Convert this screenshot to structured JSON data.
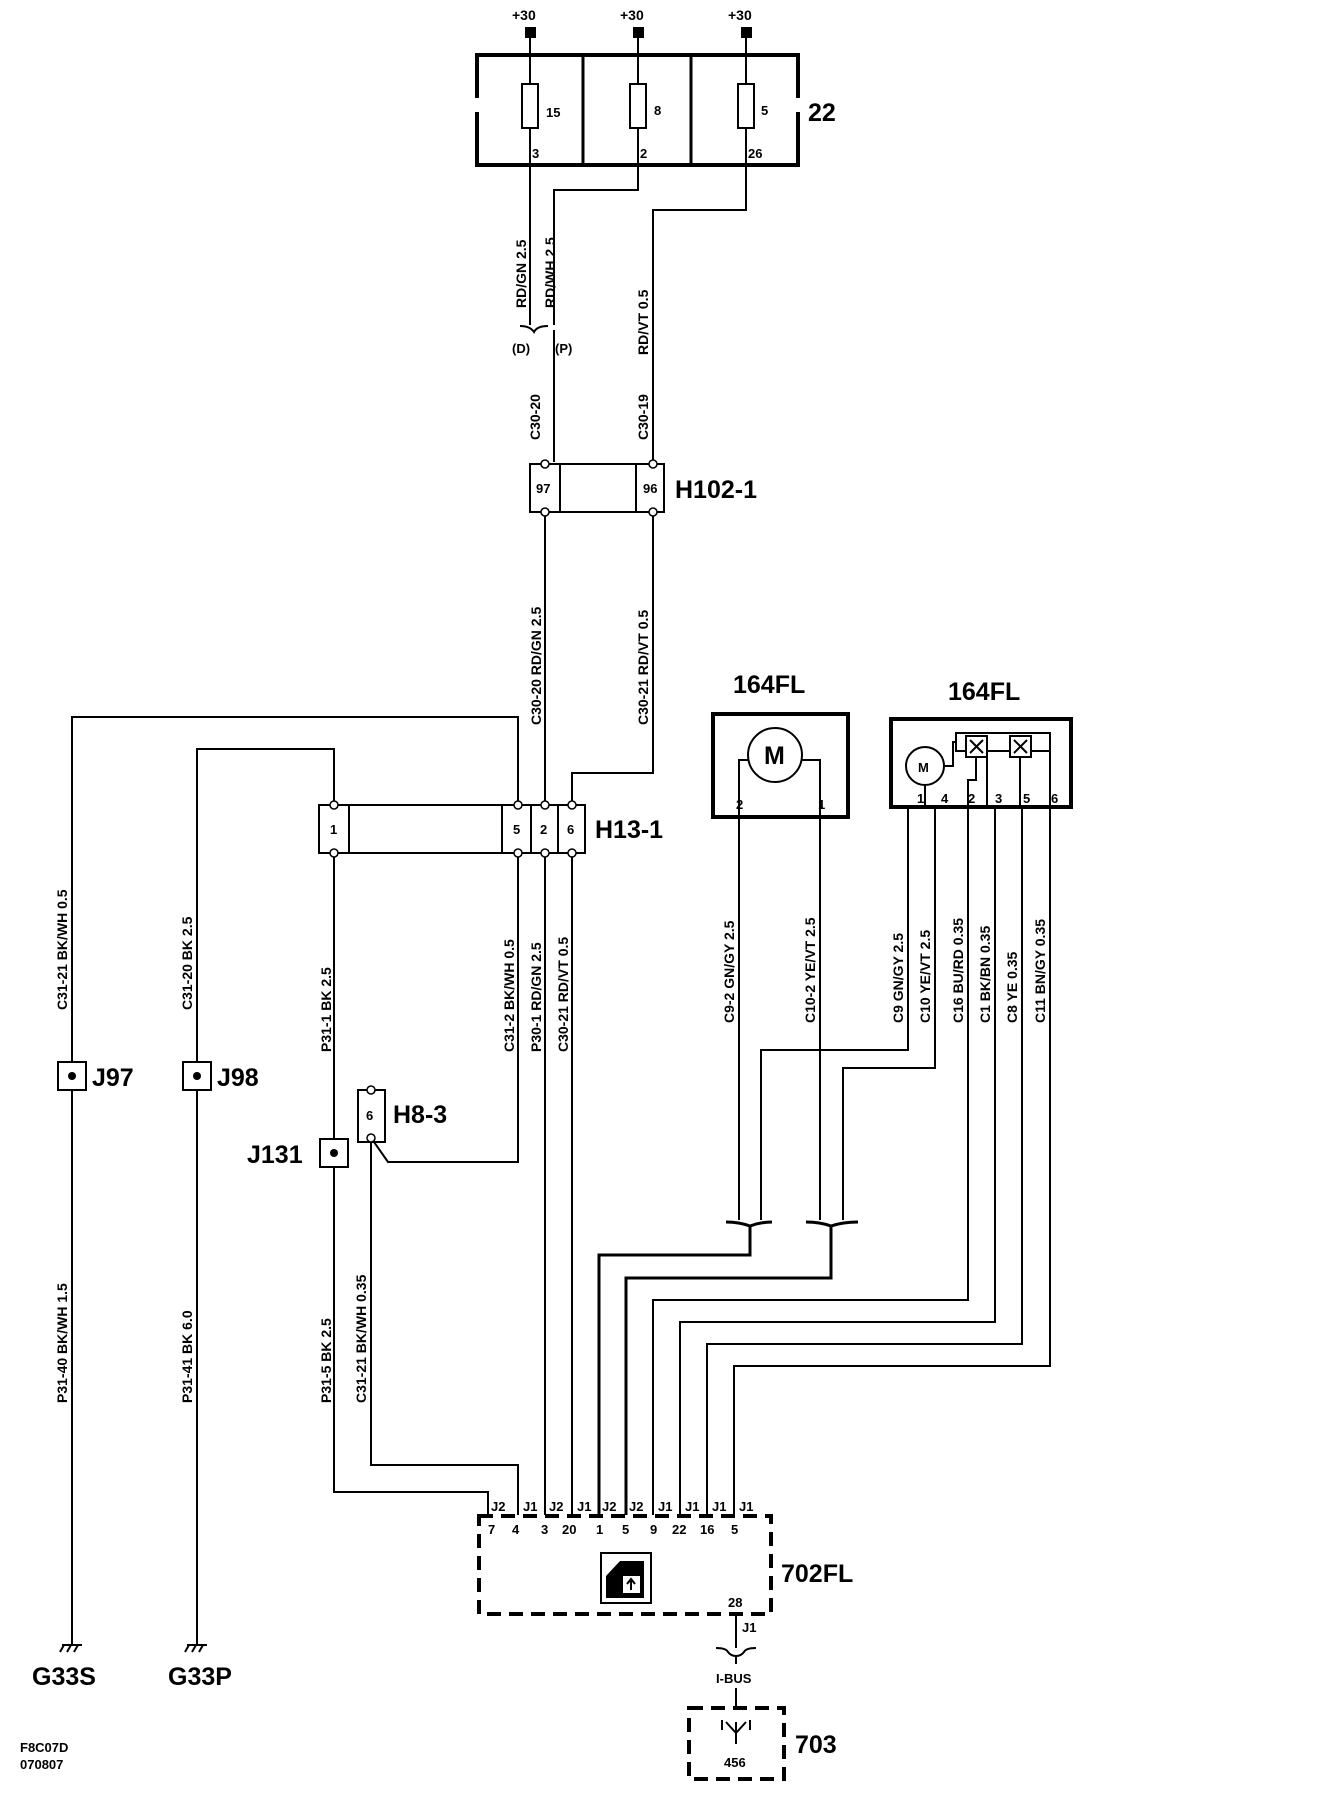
{
  "supply": {
    "label": "+30"
  },
  "fusebox": {
    "id": "22",
    "fuses": [
      "15",
      "8",
      "5"
    ],
    "pins": [
      "3",
      "2",
      "26"
    ]
  },
  "connectors": {
    "h102": {
      "id": "H102-1",
      "pins": [
        "97",
        "96"
      ]
    },
    "h13": {
      "id": "H13-1",
      "pins": [
        "1",
        "5",
        "2",
        "6"
      ]
    },
    "h8": {
      "id": "H8-3",
      "pins": [
        "6"
      ]
    }
  },
  "splices": {
    "j97": "J97",
    "j98": "J98",
    "j131": "J131"
  },
  "motor": {
    "symbol": "M"
  },
  "mirror_motor": {
    "id": "164FL",
    "pins": [
      "2",
      "1"
    ]
  },
  "mirror_unit": {
    "id": "164FL",
    "pins": [
      "1",
      "4",
      "2",
      "3",
      "5",
      "6"
    ]
  },
  "module_702": {
    "id": "702FL",
    "header": [
      "J2",
      "J1",
      "J2",
      "J1",
      "J2",
      "J2",
      "J1",
      "J1",
      "J1",
      "J1"
    ],
    "pins": [
      "7",
      "4",
      "3",
      "20",
      "1",
      "5",
      "9",
      "22",
      "16",
      "5"
    ],
    "bus_pin": "28",
    "bus_conn": "J1"
  },
  "ibus": {
    "label": "I-BUS"
  },
  "module_703": {
    "id": "703",
    "pin": "456"
  },
  "grounds": {
    "g33s": "G33S",
    "g33p": "G33P"
  },
  "variants": {
    "d": "(D)",
    "p": "(P)"
  },
  "wires": {
    "top_rdgn": "RD/GN  2.5",
    "top_rdwh": "RD/WH  2.5",
    "top_rdvt": "RD/VT  0.5",
    "c30_20_a": "C30-20",
    "c30_19": "C30-19",
    "mid_rdgn": "C30-20  RD/GN  2.5",
    "mid_rdvt": "C30-21  RD/VT  0.5",
    "c31_21_left": "C31-21  BK/WH  0.5",
    "c31_20_left": "C31-20  BK  2.5",
    "p31_1": "P31-1  BK  2.5",
    "c31_2": "C31-2  BK/WH  0.5",
    "p30_1": "P30-1  RD/GN  2.5",
    "c30_21_low": "C30-21  RD/VT  0.5",
    "c9_2": "C9-2  GN/GY  2.5",
    "c10_2": "C10-2  YE/VT  2.5",
    "c9": "C9  GN/GY  2.5",
    "c10": "C10  YE/VT  2.5",
    "c16": "C16  BU/RD  0.35",
    "c1": "C1  BK/BN  0.35",
    "c8": "C8  YE  0.35",
    "c11": "C11  BN/GY  0.35",
    "p31_40": "P31-40  BK/WH  1.5",
    "p31_41": "P31-41  BK  6.0",
    "p31_5": "P31-5  BK  2.5",
    "c31_21_low": "C31-21  BK/WH  0.35"
  },
  "footer": {
    "code": "F8C07D",
    "date": "070807"
  }
}
